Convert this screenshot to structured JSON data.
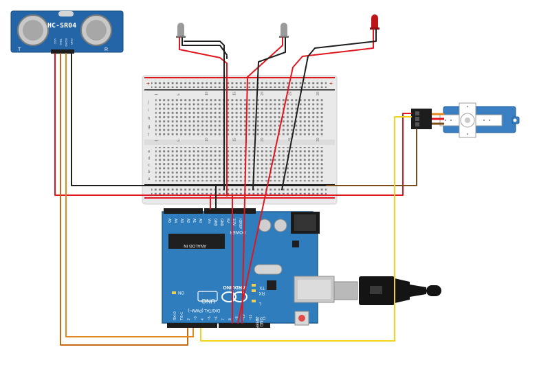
{
  "sensor": {
    "model": "HC-SR04",
    "side_left": "T",
    "side_right": "R",
    "pins": [
      "VCC",
      "TRIG",
      "ECHO",
      "GND"
    ]
  },
  "leds": [
    {
      "color": "#9a9a9a"
    },
    {
      "color": "#9a9a9a"
    },
    {
      "color": "#c0141b"
    }
  ],
  "breadboard": {
    "rail_plus": "+",
    "rail_minus": "-",
    "row_letters_top": [
      "j",
      "i",
      "h",
      "g",
      "f"
    ],
    "row_letters_bottom": [
      "e",
      "d",
      "c",
      "b",
      "a"
    ],
    "column_numbers": [
      "1",
      "",
      "",
      "",
      "5",
      "",
      "",
      "",
      "",
      "10",
      "",
      "",
      "",
      "",
      "15",
      "",
      "",
      "",
      "",
      "20",
      "",
      "",
      "",
      "",
      "25",
      "",
      "",
      "",
      "",
      "30"
    ]
  },
  "arduino": {
    "brand": "ARDUINO",
    "model": "UNO",
    "power_label": "POWER",
    "analog_label": "ANALOG IN",
    "digital_label": "DIGITAL (PWM~)",
    "analog_pins": [
      "A5",
      "A4",
      "A3",
      "A2",
      "A1",
      "A0"
    ],
    "power_pins": [
      "Vin",
      "GND",
      "GND",
      "5V",
      "3.3V",
      "IOREF"
    ],
    "on_label": "ON",
    "tx_label": "TX",
    "rx_label": "RX",
    "l_label": "L",
    "aref_label": "AREF",
    "gnd_label": "GND",
    "digital_pins": [
      "13",
      "12",
      "~11",
      "~10",
      "~9",
      "8",
      "7",
      "~6",
      "~5",
      "4",
      "~3",
      "2",
      "TX>1",
      "RX<0"
    ]
  },
  "colors": {
    "wire_red": "#e0161e",
    "wire_black": "#1e1e1e",
    "wire_yellow": "#f2d21b",
    "wire_orange": "#e2891d",
    "wire_dark_orange": "#c66a12",
    "board_blue": "#2f7dbd",
    "sensor_blue": "#2465a8",
    "servo_blue": "#3a7fc2"
  }
}
